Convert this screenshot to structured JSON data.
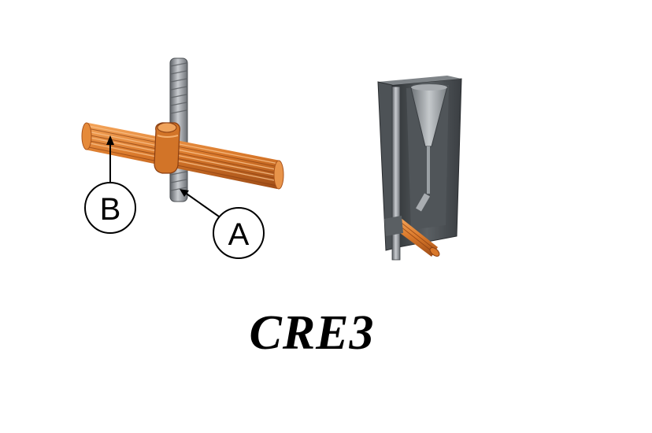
{
  "diagram": {
    "title": "CRE3",
    "callouts": [
      {
        "id": "A",
        "label": "A"
      },
      {
        "id": "B",
        "label": "B"
      }
    ],
    "colors": {
      "copper": "#d9782a",
      "copper_dark": "#a9521a",
      "rod": "#8f9499",
      "mold_dark": "#3f4448",
      "mold_mid": "#666b70"
    }
  }
}
